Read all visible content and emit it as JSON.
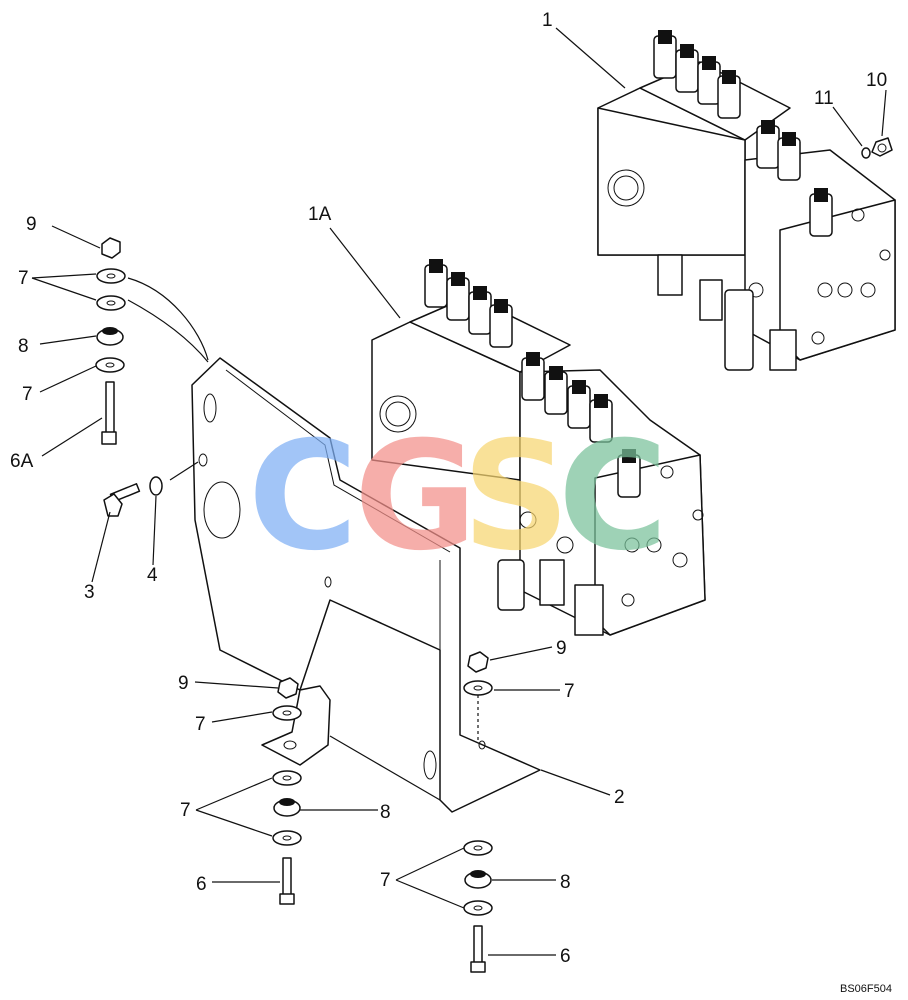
{
  "labels": {
    "l1": "1",
    "l1a": "1A",
    "l2": "2",
    "l3": "3",
    "l4": "4",
    "l6a": "6A",
    "l6_left": "6",
    "l6_right": "6",
    "l7_top_left": "7",
    "l7_mid_left": "7",
    "l7_bracket": "7",
    "l7_low_left": "7",
    "l7_right_top": "7",
    "l7_low_right": "7",
    "l8_top_left": "8",
    "l8_low_mid": "8",
    "l8_low_right": "8",
    "l9_top_left": "9",
    "l9_bracket": "9",
    "l9_right": "9",
    "l10": "10",
    "l11": "11"
  },
  "drawing_code": "BS06F504",
  "watermark": {
    "letters": [
      "C",
      "G",
      "S",
      "C"
    ],
    "colors": [
      "#7fb0f5",
      "#f3908a",
      "#f8d671",
      "#79c29b"
    ]
  }
}
